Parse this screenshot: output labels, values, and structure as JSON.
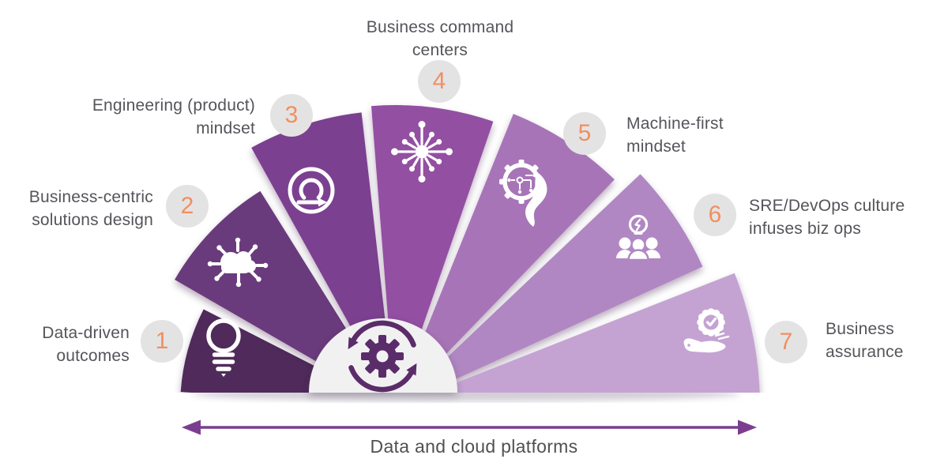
{
  "diagram": {
    "steps": [
      {
        "number": "1",
        "label_lines": [
          "Data-driven",
          "outcomes"
        ],
        "icon": "lightbulb-icon"
      },
      {
        "number": "2",
        "label_lines": [
          "Business-centric",
          "solutions design"
        ],
        "icon": "cloud-network-icon"
      },
      {
        "number": "3",
        "label_lines": [
          "Engineering (product)",
          "mindset"
        ],
        "icon": "agile-loop-icon"
      },
      {
        "number": "4",
        "label_lines": [
          "Business command",
          "centers"
        ],
        "icon": "network-hub-icon"
      },
      {
        "number": "5",
        "label_lines": [
          "Machine-first",
          "mindset"
        ],
        "icon": "machine-head-gear-icon"
      },
      {
        "number": "6",
        "label_lines": [
          "SRE/DevOps culture",
          "infuses biz ops"
        ],
        "icon": "team-idea-icon"
      },
      {
        "number": "7",
        "label_lines": [
          "Business",
          "assurance"
        ],
        "icon": "quality-badge-hand-icon"
      }
    ],
    "center_icon": "process-sync-gear-icon",
    "axis_label": "Data and cloud platforms"
  },
  "colors": {
    "segments": [
      "#4f2a5a",
      "#6a3a7b",
      "#7b4190",
      "#9350a2",
      "#a774b7",
      "#b087c3",
      "#c4a3d3"
    ],
    "badge_bg": "#e4e3e4",
    "badge_number": "#f18f5f",
    "label_text": "#54555a",
    "arrow": "#7b3e8f",
    "center_icon": "#5b2c6a",
    "icon": "#ffffff",
    "center_circle_bg": "#f2f1f2"
  }
}
